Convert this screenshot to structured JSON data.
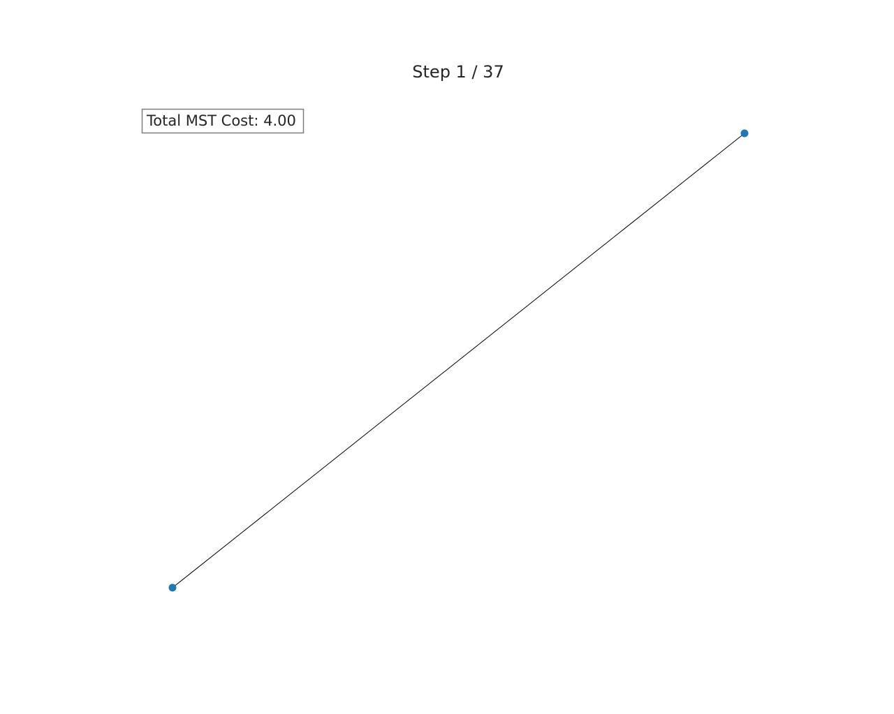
{
  "title": "Step 1 / 37",
  "cost_label": "Total MST Cost: 4.00",
  "graph": {
    "node_color": "#1f77b4",
    "edge_color": "#000000",
    "nodes": [
      {
        "id": "a"
      },
      {
        "id": "b"
      }
    ],
    "edges": [
      {
        "from": "a",
        "to": "b"
      }
    ]
  }
}
